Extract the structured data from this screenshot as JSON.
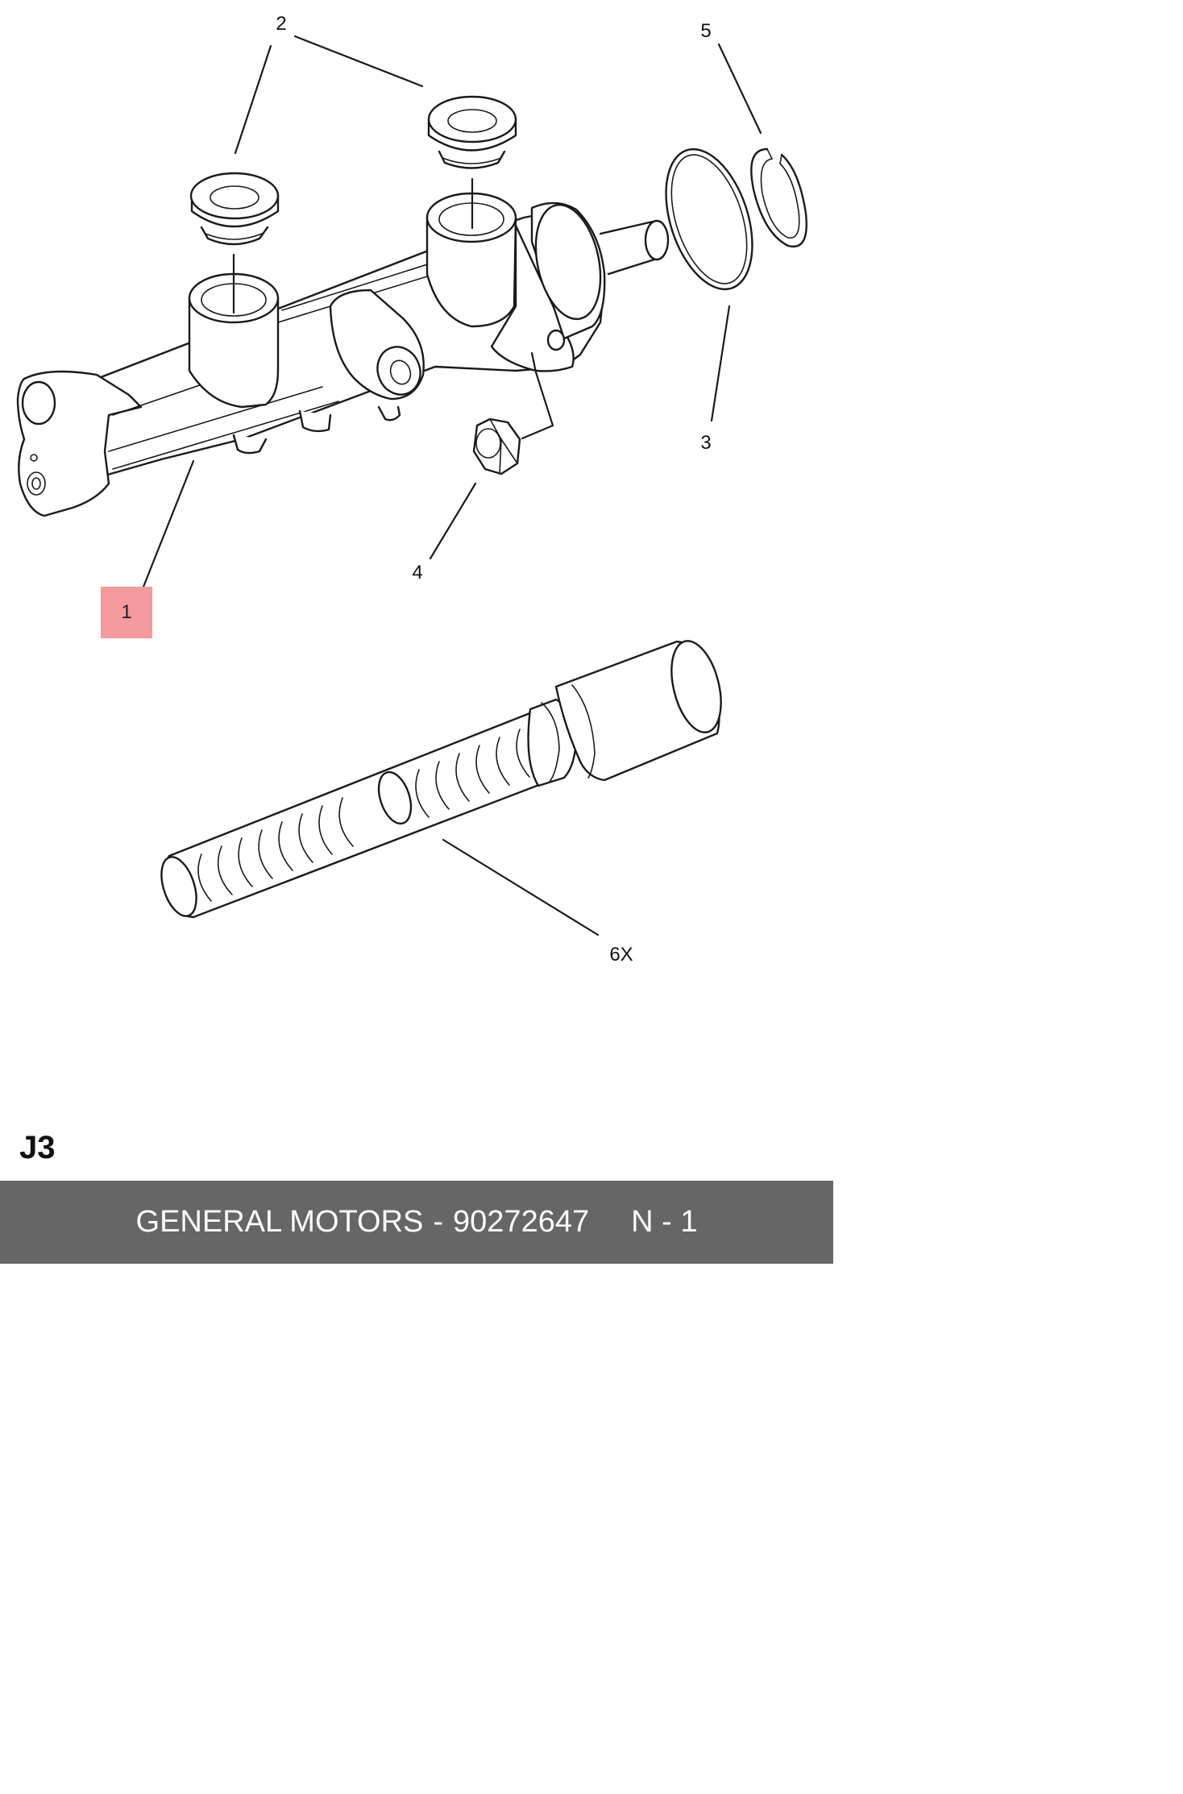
{
  "callouts": {
    "master_cylinder": "1",
    "reservoir_seals": "2",
    "o_ring": "3",
    "nut": "4",
    "retaining_ring": "5",
    "repair_kit": "6X"
  },
  "section_code": "J3",
  "footer": {
    "brand": "GENERAL MOTORS",
    "separator": "-",
    "part_number": "90272647",
    "position": "N - 1"
  },
  "colors": {
    "highlight": "#f49a9c",
    "footer_bg": "#666666",
    "line": "#1a1a1a"
  }
}
